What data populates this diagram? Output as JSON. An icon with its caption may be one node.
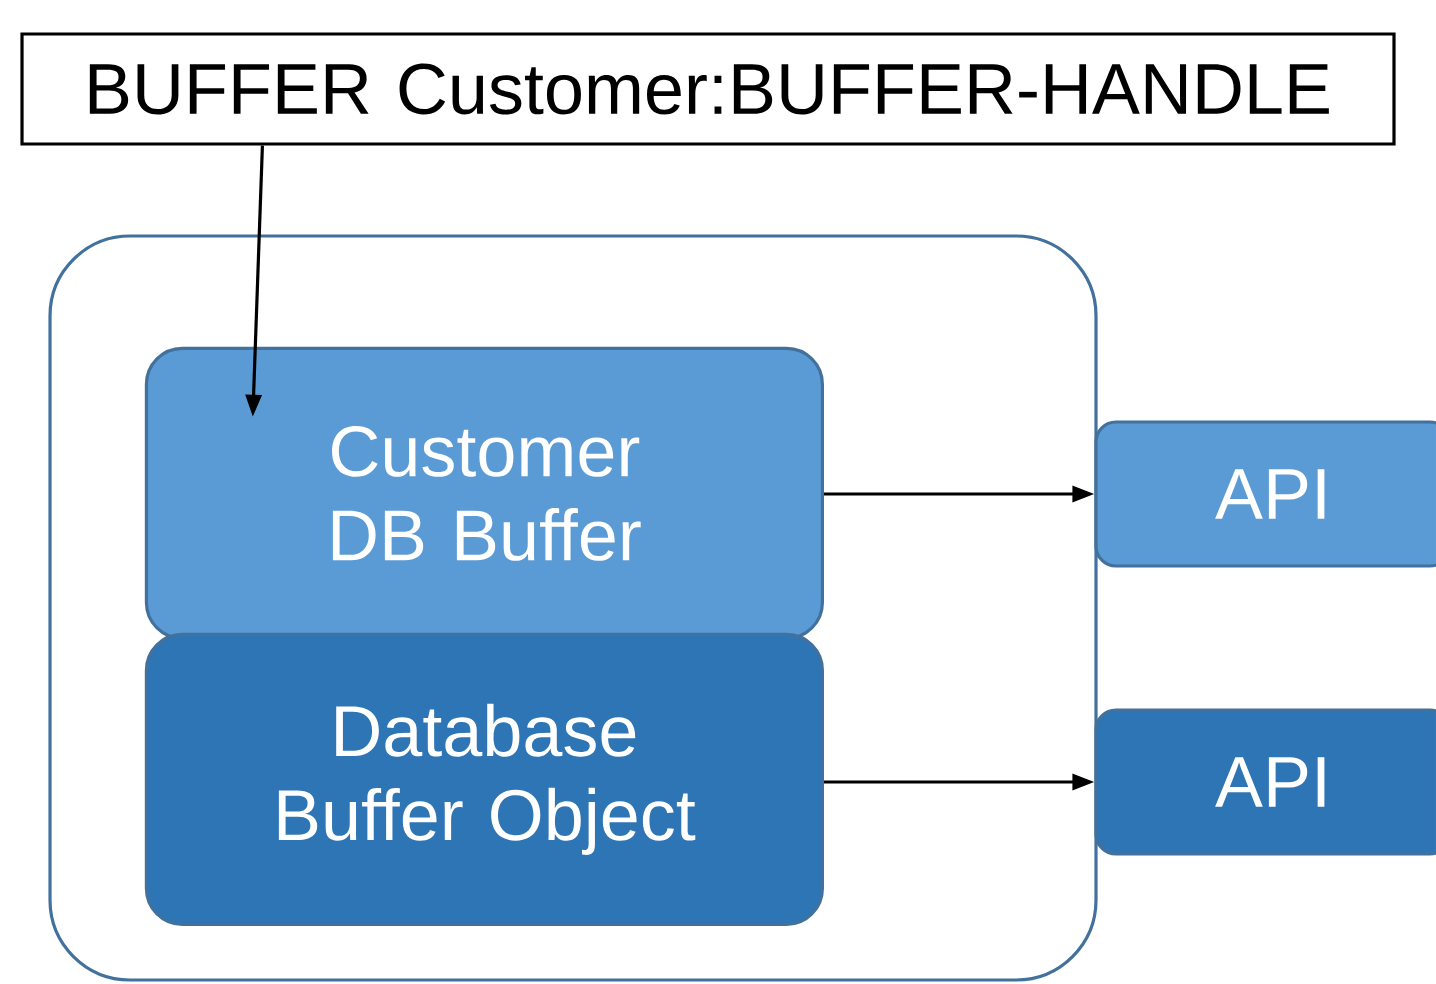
{
  "diagram": {
    "nodes": [
      {
        "text": [
          "BUFFER Customer:BUFFER-HANDLE"
        ]
      },
      {
        "text": [],
        "shape": "box"
      },
      {
        "text": [
          "Customer DB Buffer"
        ],
        "in": 1
      },
      {
        "text": [
          "Database Buffer Object"
        ],
        "in": 1
      },
      {
        "text": [
          "API"
        ]
      },
      {
        "text": [
          "API"
        ]
      }
    ],
    "edges": [
      {
        "from": 0,
        "to": 2,
        "arrow": "to"
      },
      {
        "from": 2,
        "to": 4,
        "arrow": "to"
      },
      {
        "from": 3,
        "to": 5,
        "arrow": "to"
      }
    ]
  }
}
